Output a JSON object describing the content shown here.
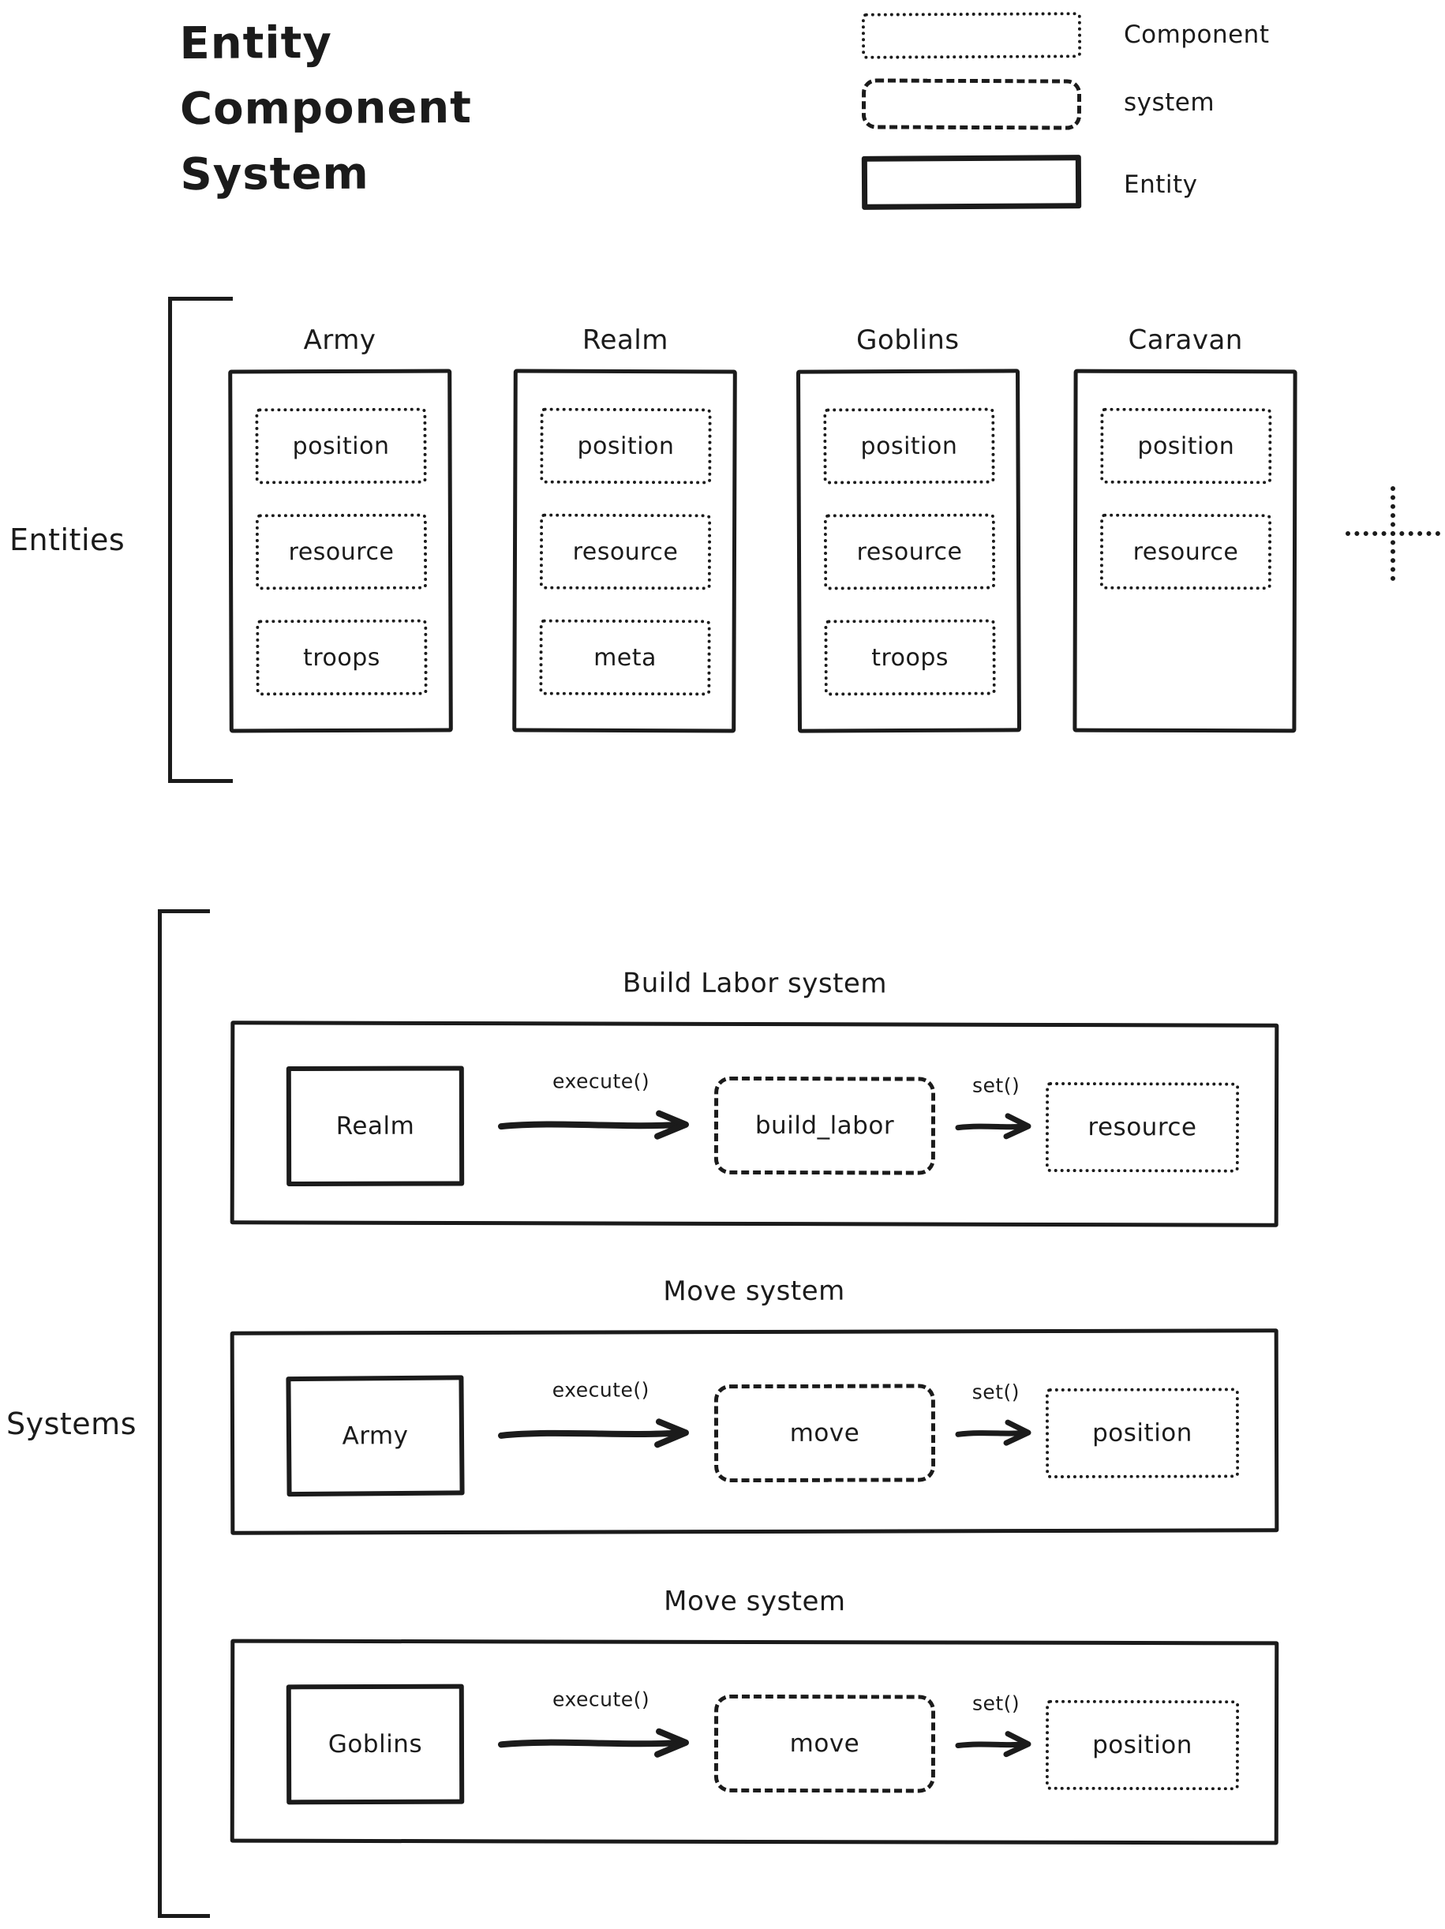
{
  "title": {
    "lines": [
      "Entity",
      "Component",
      "System"
    ]
  },
  "legend": {
    "items": [
      {
        "icon": "dotted-box-swatch",
        "label": "Component"
      },
      {
        "icon": "dashed-box-swatch",
        "label": "system"
      },
      {
        "icon": "solid-box-swatch",
        "label": "Entity"
      }
    ]
  },
  "entities_section": {
    "label": "Entities",
    "more_icon": "plus-icon",
    "entities": [
      {
        "name": "Army",
        "components": [
          "position",
          "resource",
          "troops"
        ]
      },
      {
        "name": "Realm",
        "components": [
          "position",
          "resource",
          "meta"
        ]
      },
      {
        "name": "Goblins",
        "components": [
          "position",
          "resource",
          "troops"
        ]
      },
      {
        "name": "Caravan",
        "components": [
          "position",
          "resource"
        ]
      }
    ]
  },
  "systems_section": {
    "label": "Systems",
    "systems": [
      {
        "title": "Build Labor system",
        "entity": "Realm",
        "call_label": "execute()",
        "function": "build_labor",
        "set_label": "set()",
        "component": "resource"
      },
      {
        "title": "Move system",
        "entity": "Army",
        "call_label": "execute()",
        "function": "move",
        "set_label": "set()",
        "component": "position"
      },
      {
        "title": "Move system",
        "entity": "Goblins",
        "call_label": "execute()",
        "function": "move",
        "set_label": "set()",
        "component": "position"
      }
    ]
  },
  "colors": {
    "ink": "#1b1b1b",
    "background": "#ffffff"
  }
}
